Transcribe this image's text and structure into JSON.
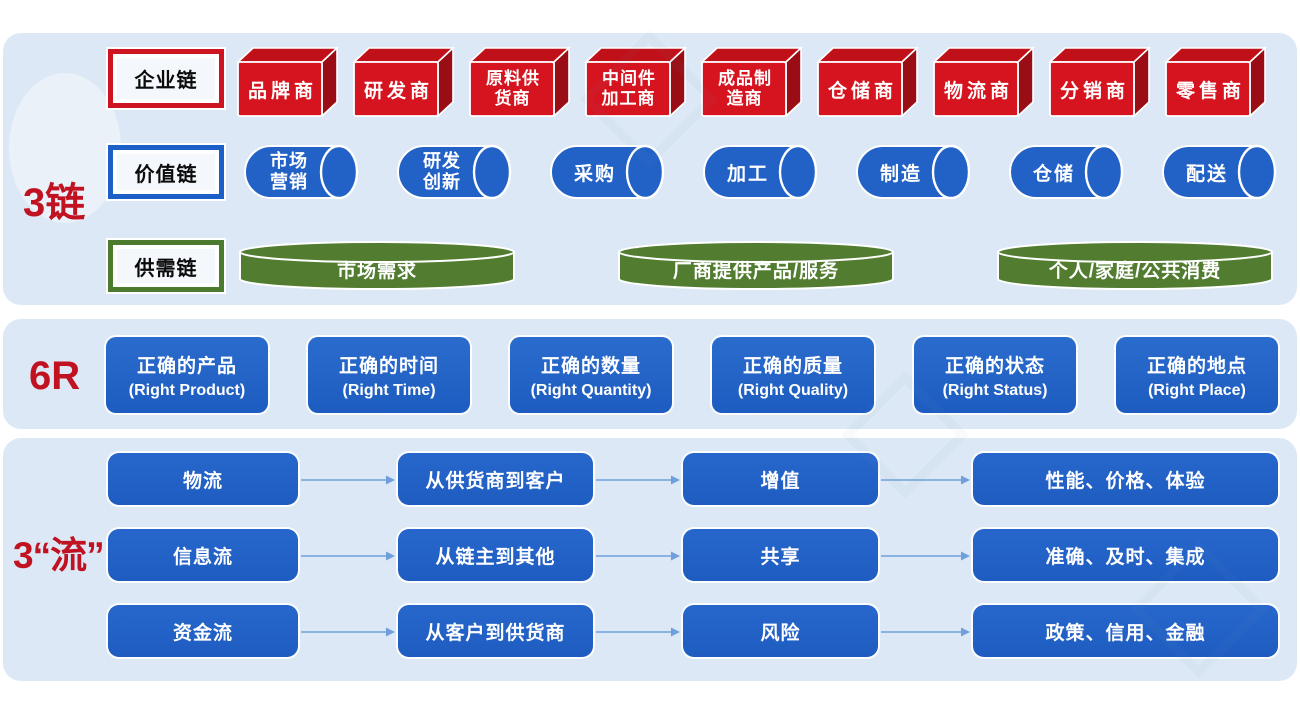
{
  "colors": {
    "panel_bg": "#dce8f5",
    "red_front": "#d61420",
    "red_top": "#c01019",
    "red_side": "#9a0d14",
    "blue": "#2262c6",
    "green": "#527d31",
    "label_red": "#c11221",
    "arrow": "#6fa0dc",
    "tag_bg": "#f4f8fc",
    "tag_red_border": "#ce1420",
    "tag_blue_border": "#1c5fc6",
    "tag_green_border": "#4c7a2e"
  },
  "chains": {
    "label": "3链",
    "enterprise": {
      "tag": "企业链",
      "items": [
        [
          "品牌商"
        ],
        [
          "研发商"
        ],
        [
          "原料供",
          "货商"
        ],
        [
          "中间件",
          "加工商"
        ],
        [
          "成品制",
          "造商"
        ],
        [
          "仓储商"
        ],
        [
          "物流商"
        ],
        [
          "分销商"
        ],
        [
          "零售商"
        ]
      ]
    },
    "value": {
      "tag": "价值链",
      "items": [
        [
          "市场",
          "营销"
        ],
        [
          "研发",
          "创新"
        ],
        [
          "采购"
        ],
        [
          "加工"
        ],
        [
          "制造"
        ],
        [
          "仓储"
        ],
        [
          "配送"
        ]
      ]
    },
    "supply": {
      "tag": "供需链",
      "items": [
        "市场需求",
        "厂商提供产品/服务",
        "个人/家庭/公共消费"
      ]
    }
  },
  "six_r": {
    "label": "6R",
    "items": [
      {
        "zh": "正确的产品",
        "en": "(Right Product)"
      },
      {
        "zh": "正确的时间",
        "en": "(Right Time)"
      },
      {
        "zh": "正确的数量",
        "en": "(Right Quantity)"
      },
      {
        "zh": "正确的质量",
        "en": "(Right Quality)"
      },
      {
        "zh": "正确的状态",
        "en": "(Right Status)"
      },
      {
        "zh": "正确的地点",
        "en": "(Right Place)"
      }
    ]
  },
  "flows": {
    "label": "3“流”",
    "rows": [
      [
        "物流",
        "从供货商到客户",
        "增值",
        "性能、价格、体验"
      ],
      [
        "信息流",
        "从链主到其他",
        "共享",
        "准确、及时、集成"
      ],
      [
        "资金流",
        "从客户到供货商",
        "风险",
        "政策、信用、金融"
      ]
    ]
  }
}
